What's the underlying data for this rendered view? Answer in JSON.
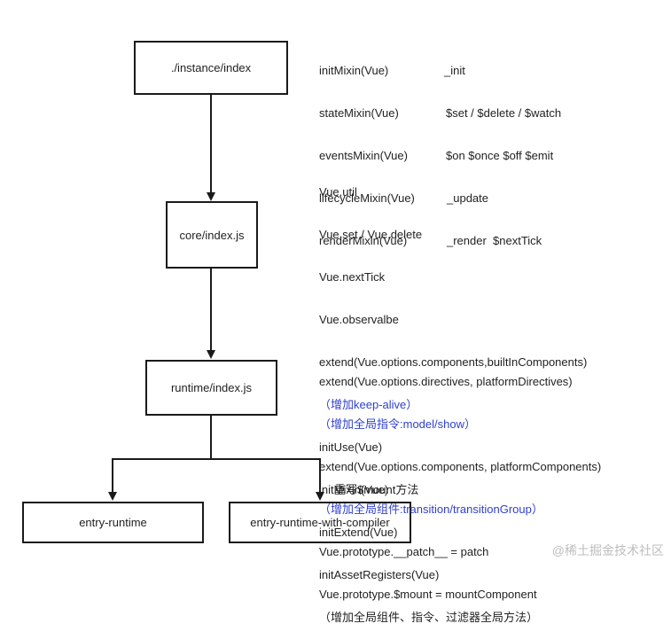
{
  "boxes": {
    "instance": "./instance/index",
    "core": "core/index.js",
    "runtime": "runtime/index.js",
    "entry_runtime": "entry-runtime",
    "entry_compiler": "entry-runtime-with-compiler"
  },
  "instance_notes": [
    {
      "mixin": "initMixin(Vue)",
      "adds": "_init"
    },
    {
      "mixin": "stateMixin(Vue)",
      "adds": "$set / $delete / $watch"
    },
    {
      "mixin": "eventsMixin(Vue)",
      "adds": "$on $once $off $emit"
    },
    {
      "mixin": "lifecycleMixin(Vue)",
      "adds": "_update"
    },
    {
      "mixin": "renderMixin(Vue)",
      "adds": "_render  $nextTick"
    }
  ],
  "core_notes": [
    "Vue.util",
    "Vue.set / Vue.delete",
    "Vue.nextTick",
    "Vue.observalbe",
    "extend(Vue.options.components,builtInComponents)",
    "（增加keep-alive）",
    "initUse(Vue)",
    "initMixin(Vue)",
    "initExtend(Vue)",
    "initAssetRegisters(Vue)",
    "（增加全局组件、指令、过滤器全局方法）"
  ],
  "runtime_notes": [
    "extend(Vue.options.directives, platformDirectives)",
    "（增加全局指令:model/show）",
    "extend(Vue.options.components, platformComponents)",
    "（增加全局组件:transition/transitionGroup）",
    "Vue.prototype.__patch__ = patch",
    "Vue.prototype.$mount = mountComponent"
  ],
  "compiler_label": "重写$mount方法",
  "watermark": "@稀土掘金技术社区",
  "colors": {
    "line": "#1a1a1a",
    "highlight": "#2f3fd1"
  }
}
